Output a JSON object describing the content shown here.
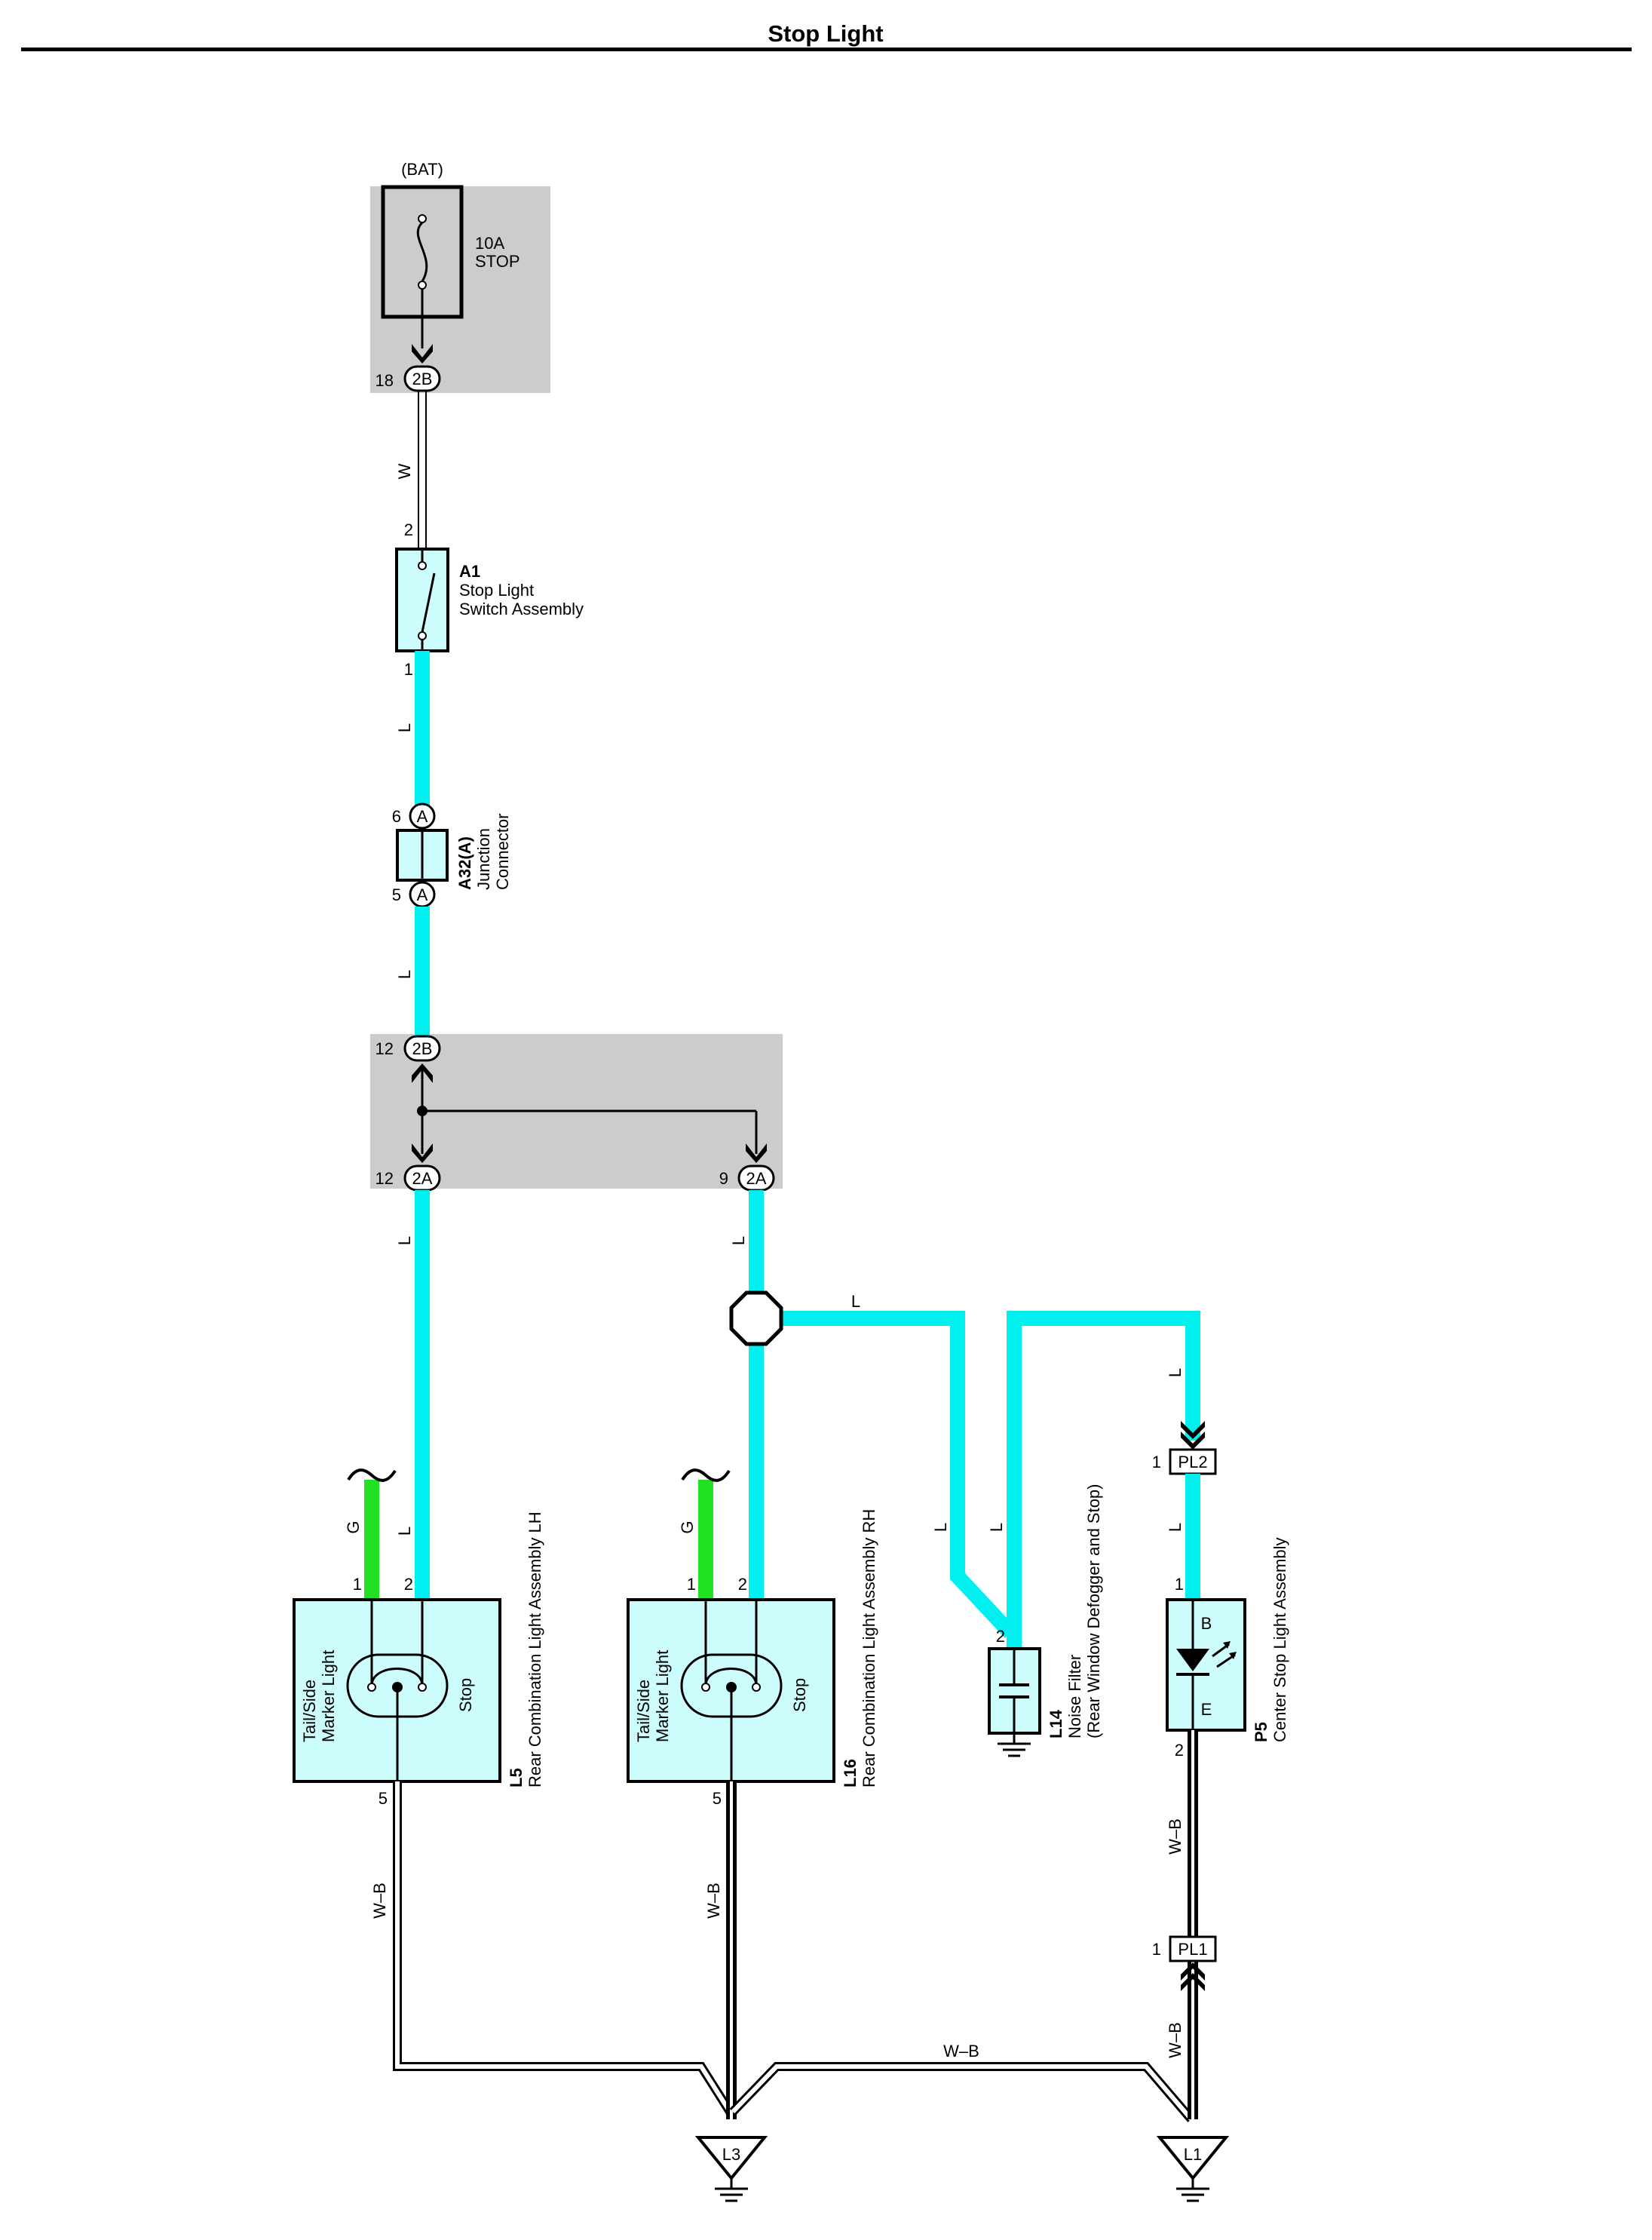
{
  "header": {
    "title": "Stop Light"
  },
  "power": {
    "source": "(BAT)",
    "fuse_rating": "10A",
    "fuse_name": "STOP"
  },
  "connectors": {
    "fuse_out": {
      "pin": "18",
      "code": "2B"
    },
    "jb_in": {
      "pin": "12",
      "code": "2B"
    },
    "jb_out_left": {
      "pin": "12",
      "code": "2A"
    },
    "jb_out_right": {
      "pin": "9",
      "code": "2A"
    },
    "junction_top": {
      "pin": "6",
      "code": "A"
    },
    "junction_bottom": {
      "pin": "5",
      "code": "A"
    },
    "pl2": {
      "pin": "1",
      "code": "PL2"
    },
    "pl1": {
      "pin": "1",
      "code": "PL1"
    }
  },
  "wires": {
    "w_fuse_switch": "W",
    "l_switch_junction": "L",
    "l_junction_jb": "L",
    "l_jb_left": "L",
    "l_jb_right": "L",
    "l_branch_top": "L",
    "l_filter_a": "L",
    "l_filter_b": "L",
    "l_pl2_top": "L",
    "l_pl2_bottom": "L",
    "g_lh": "G",
    "l_lh": "L",
    "g_rh": "G",
    "wb_lh": "W–B",
    "wb_rh": "W–B",
    "wb_bottom": "W–B",
    "wb_p5": "W–B",
    "wb_pl1": "W–B"
  },
  "components": {
    "switch": {
      "id": "A1",
      "name_line1": "Stop Light",
      "name_line2": "Switch Assembly",
      "pin_top": "2",
      "pin_bottom": "1"
    },
    "junction": {
      "id": "A32(A)",
      "name_line1": "Junction",
      "name_line2": "Connector"
    },
    "lamp_lh": {
      "id": "L5",
      "name": "Rear Combination Light Assembly LH",
      "inner_line1": "Tail/Side",
      "inner_line2": "Marker Light",
      "inner_stop": "Stop",
      "pin1": "1",
      "pin2": "2",
      "pin5": "5"
    },
    "lamp_rh": {
      "id": "L16",
      "name": "Rear Combination Light Assembly RH",
      "inner_line1": "Tail/Side",
      "inner_line2": "Marker Light",
      "inner_stop": "Stop",
      "pin1": "1",
      "pin2": "2",
      "pin5": "5"
    },
    "filter": {
      "id": "L14",
      "name_line1": "Noise Filter",
      "name_line2": "(Rear Window Defogger and Stop)",
      "pin": "2"
    },
    "center_stop": {
      "id": "P5",
      "name": "Center Stop Light Assembly",
      "term_b": "B",
      "term_e": "E",
      "pin_top": "1",
      "pin_bottom": "2"
    }
  },
  "grounds": {
    "left": "L3",
    "right": "L1"
  },
  "colors": {
    "wire_L": "#00f0f0",
    "wire_G": "#22e022",
    "component_fill": "#cdfcfc",
    "junction_block": "#cccccc"
  }
}
